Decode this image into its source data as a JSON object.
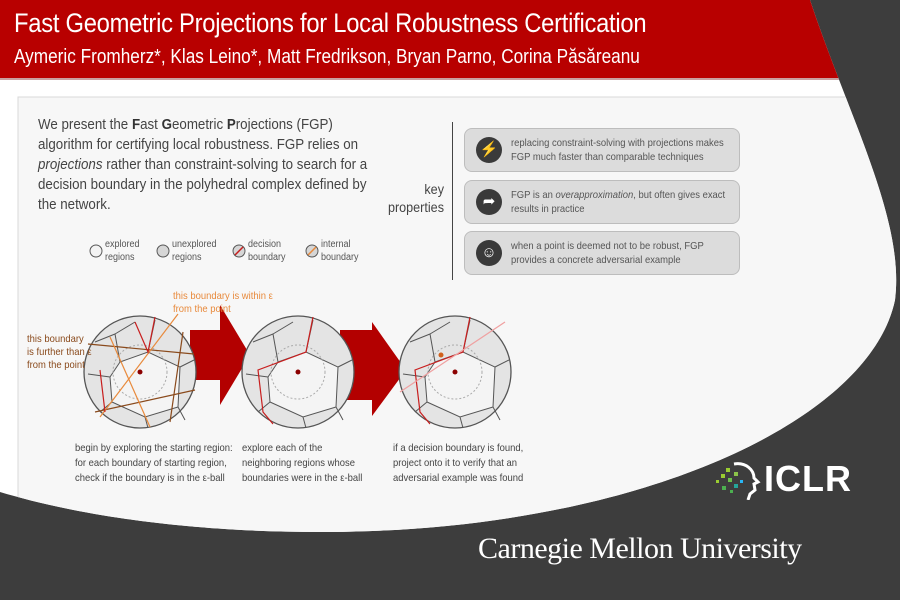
{
  "header": {
    "title": "Fast Geometric Projections for Local Robustness Certification",
    "authors": "Aymeric Fromherz*, Klas Leino*, Matt Fredrikson, Bryan Parno, Corina Păsăreanu"
  },
  "intro": {
    "p1": "We present the ",
    "F": "F",
    "p2": "ast ",
    "G": "G",
    "p3": "eometric ",
    "P": "P",
    "p4": "rojections (FGP) algorithm for certifying local robustness. FGP relies on ",
    "em": "projections",
    "p5": " rather than constraint-solving to search for a decision boundary in the polyhedral complex defined by the network."
  },
  "key_properties": {
    "label_line1": "key",
    "label_line2": "properties",
    "items": [
      {
        "icon": "lightning-icon",
        "text": "replacing constraint-solving with projections makes FGP much faster than comparable techniques"
      },
      {
        "icon": "curved-arrow-icon",
        "text_pre": "FGP is an ",
        "text_em": "overapproximation",
        "text_post": ", but often gives exact results in practice"
      },
      {
        "icon": "devil-face-icon",
        "text": "when a point is deemed not to be robust, FGP provides a concrete adversarial example"
      }
    ]
  },
  "legend": [
    {
      "line1": "explored",
      "line2": "regions"
    },
    {
      "line1": "unexplored",
      "line2": "regions"
    },
    {
      "line1": "decision",
      "line2": "boundary"
    },
    {
      "line1": "internal",
      "line2": "boundary"
    }
  ],
  "annotations": {
    "within": "this boundary is within ε from the point",
    "further": "this boundary is further than ε from the point"
  },
  "steps": [
    {
      "caption_1": "begin by exploring the starting region:",
      "caption_2": "for each boundary of starting region,",
      "caption_3": "check if the boundary is in the ε-ball"
    },
    {
      "caption_1": "explore each of the",
      "caption_2": "neighboring regions whose",
      "caption_3": "boundaries were in the ε-ball"
    },
    {
      "caption_1": "if a decision boundary is found,",
      "caption_2": "project onto it to verify that an",
      "caption_3": "adversarial example was found"
    }
  ],
  "logos": {
    "iclr": "ICLR",
    "cmu": "Carnegie Mellon University"
  },
  "colors": {
    "header_red": "#b80000",
    "arrow_red": "#b30000",
    "decision": "#c81e1e",
    "internal": "#e88a3c",
    "further": "#8a4a1c",
    "background": "#3d3d3d"
  }
}
